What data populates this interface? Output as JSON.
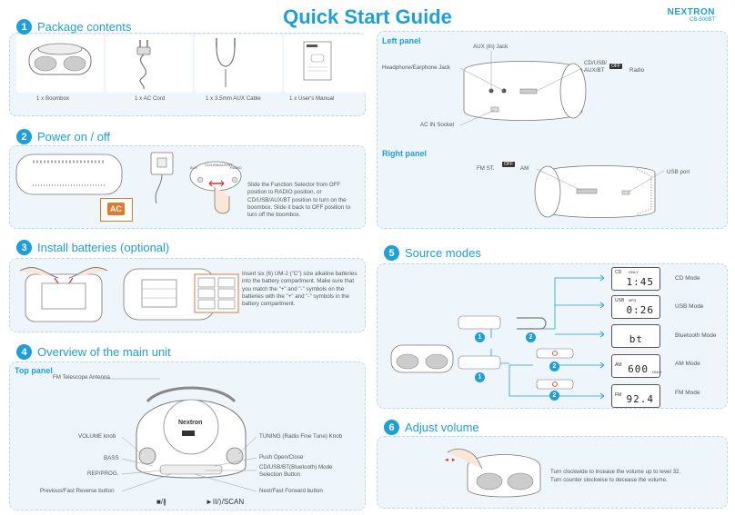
{
  "header": {
    "title": "Quick Start Guide",
    "brand": "NEXTRON",
    "model": "CB-500BT"
  },
  "section1": {
    "number": "1",
    "title": "Package contents",
    "items": [
      {
        "label": "1 x Boombox",
        "icon": "boombox-icon"
      },
      {
        "label": "1 x AC Cord",
        "icon": "ac-cord-icon"
      },
      {
        "label": "1 x 3.5mm AUX Cable",
        "icon": "aux-cable-icon"
      },
      {
        "label": "1 x User's Manual",
        "icon": "manual-icon"
      }
    ]
  },
  "section2": {
    "number": "2",
    "title": "Power on / off",
    "selector_labels": [
      "AUX",
      "CD/USB/AUX/BT",
      "RADIO"
    ],
    "ac_label": "AC",
    "instructions": "Slide the Function Selector from OFF position to RADIO position, or CD/USB/AUX/BT position to turn on the boombox. Slide it back to OFF position to turn off the boombox."
  },
  "section3": {
    "number": "3",
    "title": "Install batteries (optional)",
    "instructions": "Insert six (6) UM-2 (\"C\") size alkaline batteries into the battery compartment. Make sure that you match the \"+\" and \"-\" symbols on the batteries with the \"+\" and \"-\" symbols in the battery compartment."
  },
  "section4": {
    "number": "4",
    "title": "Overview of the main unit",
    "subtitle": "Top panel",
    "device_brand": "Nextron",
    "labels_left": [
      "FM Telescope Antenna",
      "VOLUME knob",
      "BASS",
      "REP/PROG.",
      "Previous/Fast Reverse button"
    ],
    "labels_right": [
      "TUNING (Radio Fine Tune) Knob",
      "Push Open/Close",
      "CD/USB/BT(Bluetooth) Mode Selection Button",
      "Next/Fast Forward button"
    ],
    "symbol_left": "■/∦",
    "symbol_right": "►II/⟩/SCAN"
  },
  "left_panel": {
    "title": "Left panel",
    "labels": [
      "AUX (In) Jack",
      "Headphone/Earphone Jack",
      "CD/USB/",
      "AUX/BT",
      "OFF",
      "Radio",
      "AC IN Socket"
    ]
  },
  "right_panel": {
    "title": "Right panel",
    "labels": [
      "FM ST.",
      "OFF",
      "AM",
      "USB port"
    ]
  },
  "section5": {
    "number": "5",
    "title": "Source modes",
    "step1": "1",
    "step2": "2",
    "modes": [
      {
        "tag": "CD",
        "tag2": "ONLY",
        "display": "1:45",
        "label": "CD Mode"
      },
      {
        "tag": "USB",
        "tag2": "MP3",
        "display": "0:26",
        "label": "USB Mode"
      },
      {
        "tag": "",
        "tag2": "",
        "display": "bt",
        "label": "Bluetooth Mode"
      },
      {
        "tag": "AM",
        "tag2": "ONLY",
        "display": "600",
        "label": "AM Mode"
      },
      {
        "tag": "FM",
        "tag2": "",
        "display": "92.4",
        "label": "FM Mode"
      }
    ]
  },
  "section6": {
    "number": "6",
    "title": "Adjust volume",
    "line1": "Turn clockwide to incease the volume up to level 32.",
    "line2": "Turn counter clockwise to decease the volume."
  }
}
